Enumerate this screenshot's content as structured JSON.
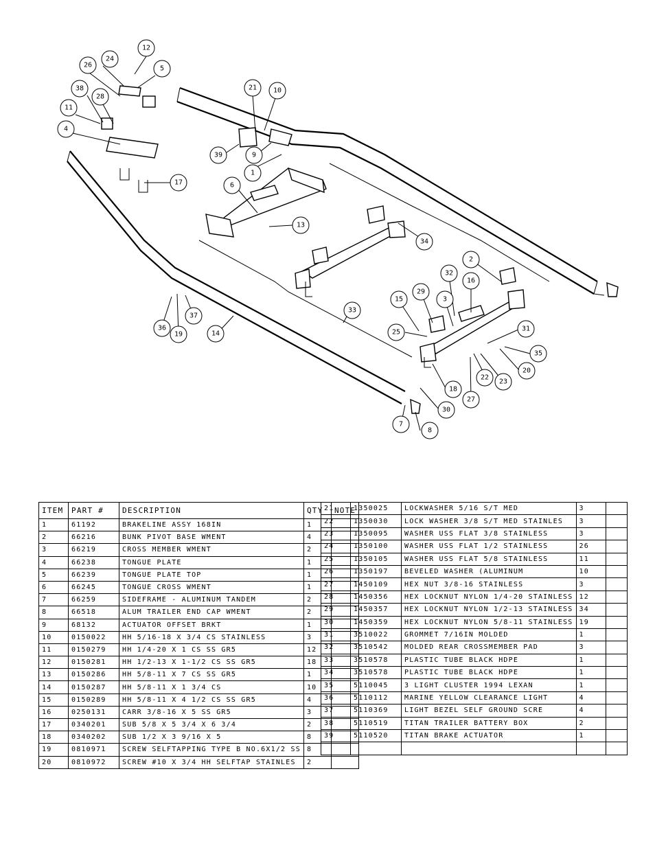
{
  "header": {
    "item": "ITEM",
    "part": "PART #",
    "description": "DESCRIPTION",
    "qty": "QTY",
    "note": "NOTE"
  },
  "bom_left": [
    {
      "item": "1",
      "part": "61192",
      "description": "BRAKELINE ASSY  168IN",
      "qty": "1"
    },
    {
      "item": "2",
      "part": "66216",
      "description": "BUNK PIVOT BASE WMENT",
      "qty": "4"
    },
    {
      "item": "3",
      "part": "66219",
      "description": "CROSS MEMBER WMENT",
      "qty": "2"
    },
    {
      "item": "4",
      "part": "66238",
      "description": "TONGUE PLATE",
      "qty": "1"
    },
    {
      "item": "5",
      "part": "66239",
      "description": "TONGUE PLATE TOP",
      "qty": "1"
    },
    {
      "item": "6",
      "part": "66245",
      "description": "TONGUE CROSS WMENT",
      "qty": "1"
    },
    {
      "item": "7",
      "part": "66259",
      "description": "SIDEFRAME - ALUMINUM TANDEM",
      "qty": "2"
    },
    {
      "item": "8",
      "part": "66518",
      "description": "ALUM TRAILER END CAP WMENT",
      "qty": "2"
    },
    {
      "item": "9",
      "part": "68132",
      "description": "ACTUATOR OFFSET BRKT",
      "qty": "1"
    },
    {
      "item": "10",
      "part": "0150022",
      "description": "HH 5/16-18 X 3/4 CS STAINLESS",
      "qty": "3"
    },
    {
      "item": "11",
      "part": "0150279",
      "description": "HH 1/4-20 X 1 CS SS GR5",
      "qty": "12"
    },
    {
      "item": "12",
      "part": "0150281",
      "description": "HH 1/2-13 X 1-1/2 CS SS GR5",
      "qty": "18"
    },
    {
      "item": "13",
      "part": "0150286",
      "description": "HH 5/8-11 X 7 CS SS GR5",
      "qty": "1"
    },
    {
      "item": "14",
      "part": "0150287",
      "description": "HH 5/8-11 X 1 3/4 CS",
      "qty": "10"
    },
    {
      "item": "15",
      "part": "0150289",
      "description": "HH 5/8-11 X 4 1/2 CS SS GR5",
      "qty": "4"
    },
    {
      "item": "16",
      "part": "0250131",
      "description": "CARR 3/8-16 X 5 SS GR5",
      "qty": "3"
    },
    {
      "item": "17",
      "part": "0340201",
      "description": "SUB 5/8 X 5 3/4 X 6 3/4",
      "qty": "2"
    },
    {
      "item": "18",
      "part": "0340202",
      "description": "SUB 1/2 X 3 9/16 X 5",
      "qty": "8"
    },
    {
      "item": "19",
      "part": "0810971",
      "description": "SCREW SELFTAPPING TYPE B NO.6X1/2 SS",
      "qty": "8"
    },
    {
      "item": "20",
      "part": "0810972",
      "description": "SCREW #10 X 3/4 HH SELFTAP STAINLES",
      "qty": "2"
    }
  ],
  "bom_right": [
    {
      "item": "21",
      "part": "1350025",
      "description": "LOCKWASHER 5/16 S/T MED",
      "qty": "3"
    },
    {
      "item": "22",
      "part": "1350030",
      "description": "LOCK WASHER 3/8 S/T MED STAINLES",
      "qty": "3"
    },
    {
      "item": "23",
      "part": "1350095",
      "description": "WASHER USS FLAT 3/8 STAINLESS",
      "qty": "3"
    },
    {
      "item": "24",
      "part": "1350100",
      "description": "WASHER USS FLAT 1/2 STAINLESS",
      "qty": "26"
    },
    {
      "item": "25",
      "part": "1350105",
      "description": "WASHER USS FLAT 5/8 STAINLESS",
      "qty": "11"
    },
    {
      "item": "26",
      "part": "1350197",
      "description": "BEVELED WASHER (ALUMINUM",
      "qty": "10"
    },
    {
      "item": "27",
      "part": "1450109",
      "description": "HEX NUT 3/8-16 STAINLESS",
      "qty": "3"
    },
    {
      "item": "28",
      "part": "1450356",
      "description": "HEX LOCKNUT NYLON 1/4-20 STAINLESS",
      "qty": "12"
    },
    {
      "item": "29",
      "part": "1450357",
      "description": "HEX LOCKNUT NYLON 1/2-13 STAINLESS",
      "qty": "34"
    },
    {
      "item": "30",
      "part": "1450359",
      "description": "HEX LOCKNUT NYLON 5/8-11 STAINLESS",
      "qty": "19"
    },
    {
      "item": "31",
      "part": "3510022",
      "description": "GROMMET  7/16IN MOLDED",
      "qty": "1"
    },
    {
      "item": "32",
      "part": "3510542",
      "description": "MOLDED REAR CROSSMEMBER PAD",
      "qty": "3"
    },
    {
      "item": "33",
      "part": "3510578",
      "description": "PLASTIC TUBE BLACK HDPE",
      "qty": "1"
    },
    {
      "item": "34",
      "part": "3510578",
      "description": "PLASTIC TUBE BLACK HDPE",
      "qty": "1"
    },
    {
      "item": "35",
      "part": "5110045",
      "description": "3 LIGHT CLUSTER  1994  LEXAN",
      "qty": "1"
    },
    {
      "item": "36",
      "part": "5110112",
      "description": "MARINE YELLOW CLEARANCE LIGHT",
      "qty": "4"
    },
    {
      "item": "37",
      "part": "5110369",
      "description": "LIGHT BEZEL  SELF GROUND  SCRE",
      "qty": "4"
    },
    {
      "item": "38",
      "part": "5110519",
      "description": "TITAN TRAILER BATTERY BOX",
      "qty": "2"
    },
    {
      "item": "39",
      "part": "5110520",
      "description": "TITAN BRAKE ACTUATOR",
      "qty": "1"
    }
  ],
  "balloons": [
    "1",
    "2",
    "3",
    "4",
    "5",
    "6",
    "7",
    "8",
    "9",
    "10",
    "11",
    "12",
    "13",
    "14",
    "15",
    "16",
    "17",
    "18",
    "19",
    "20",
    "21",
    "22",
    "23",
    "24",
    "25",
    "26",
    "27",
    "28",
    "29",
    "30",
    "31",
    "32",
    "33",
    "34",
    "35",
    "36",
    "37",
    "38",
    "39"
  ]
}
